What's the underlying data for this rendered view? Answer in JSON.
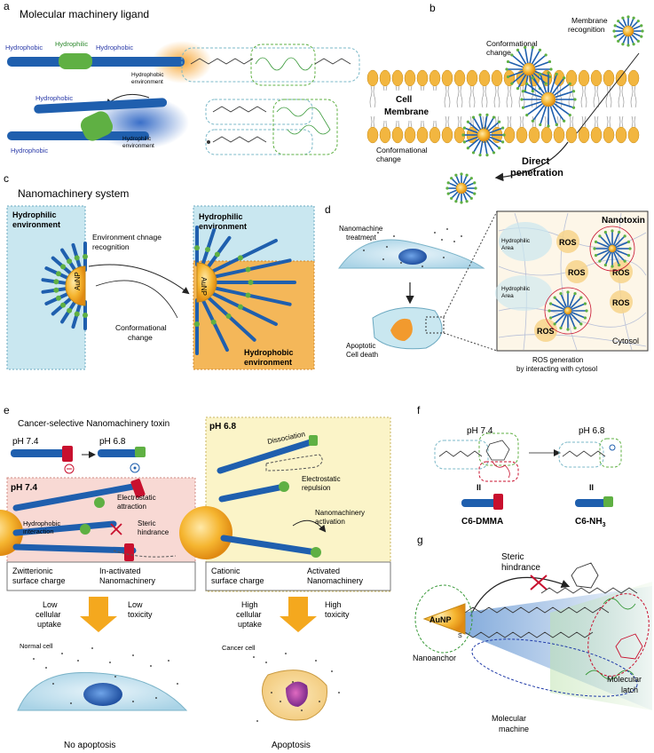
{
  "panels": {
    "a": {
      "letter": "a",
      "title": "Molecular machinery ligand",
      "labels": [
        "Hydrophobic",
        "Hydrophilic",
        "Hydrophobic",
        "Hydrophobic environment",
        "Hydrophobic",
        "Hydrophobic",
        "Hydrophilic environment"
      ]
    },
    "b": {
      "letter": "b",
      "membrane_label": [
        "Cell",
        "Membrane"
      ],
      "recognition": [
        "Membrane",
        "recognition"
      ],
      "conf_top": [
        "Conformational",
        "change"
      ],
      "conf_bottom": [
        "Conformational",
        "change"
      ],
      "penetration": [
        "Direct",
        "penetration"
      ]
    },
    "c": {
      "letter": "c",
      "title": "Nanomachinery system",
      "hydrophilic_left": [
        "Hydrophilic",
        "environment"
      ],
      "hydrophilic_right": [
        "Hydrophilic",
        "environment"
      ],
      "hydrophobic_right": [
        "Hydrophobic",
        "environment"
      ],
      "env_change": [
        "Environment chnage",
        "recognition"
      ],
      "conf_change": [
        "Conformational",
        "change"
      ],
      "aunp": "AuNP"
    },
    "d": {
      "letter": "d",
      "treatment": [
        "Nanomachine",
        "treatment"
      ],
      "death": [
        "Apoptotic",
        "Cell death"
      ],
      "nanotoxin": "Nanotoxin",
      "ros": "ROS",
      "area1": [
        "Hydrophilic",
        "Area"
      ],
      "area2": [
        "Hydrophilic",
        "Area"
      ],
      "cytosol": "Cytosol",
      "caption": [
        "ROS generation",
        "by interacting with cytosol"
      ]
    },
    "e": {
      "letter": "e",
      "title": "Cancer-selective Nanomachinery toxin",
      "ph_a": "pH 7.4",
      "ph_b": "pH 6.8",
      "box1_ph": "pH 7.4",
      "box2_ph": "pH 6.8",
      "electrostatic_attraction": [
        "Electrostatic",
        "attraction"
      ],
      "hydrophobic_interaction": [
        "Hydrophobic",
        "interaction"
      ],
      "steric": [
        "Steric",
        "hindrance"
      ],
      "dissociation": "Dissociation",
      "electrostatic_repulsion": [
        "Electrostatic",
        "repulsion"
      ],
      "activation": [
        "Nanomachinery",
        "activation"
      ],
      "zwitterionic": [
        "Zwitterionic",
        "surface charge"
      ],
      "inactivated": [
        "In-activated",
        "Nanomachinery"
      ],
      "cationic": [
        "Cationic",
        "surface charge"
      ],
      "activated": [
        "Activated",
        "Nanomachinery"
      ],
      "low_uptake": [
        "Low",
        "cellular",
        "uptake"
      ],
      "low_toxicity": [
        "Low",
        "toxicity"
      ],
      "high_uptake": [
        "High",
        "cellular",
        "uptake"
      ],
      "high_toxicity": [
        "High",
        "toxicity"
      ],
      "normal_cell": "Normal cell",
      "cancer_cell": "Cancer cell",
      "no_apoptosis": "No apoptosis",
      "apoptosis": "Apoptosis"
    },
    "f": {
      "letter": "f",
      "ph_a": "pH 7.4",
      "ph_b": "pH 6.8",
      "eq": "II",
      "c6_dmma": "C6-DMMA",
      "c6_nh3": "C6-NH",
      "nh3_sub": "3"
    },
    "g": {
      "letter": "g",
      "steric": [
        "Steric",
        "hindrance"
      ],
      "aunp": "AuNP",
      "nanoanchor": "Nanoanchor",
      "machine": [
        "Molecular",
        "machine"
      ],
      "latch": [
        "Molecular",
        "latch"
      ]
    }
  },
  "colors": {
    "ligand_blue": "#1f5fae",
    "hydrophilic_green": "#5fb043",
    "latch_red": "#c8102e",
    "gold": "#f2a81e",
    "hydrophilic_bg": "#c9e7f0",
    "hydrophobic_bg": "#f4b759",
    "pink_bg": "#f8d9d4",
    "yellow_bg": "#fbf4c8"
  }
}
